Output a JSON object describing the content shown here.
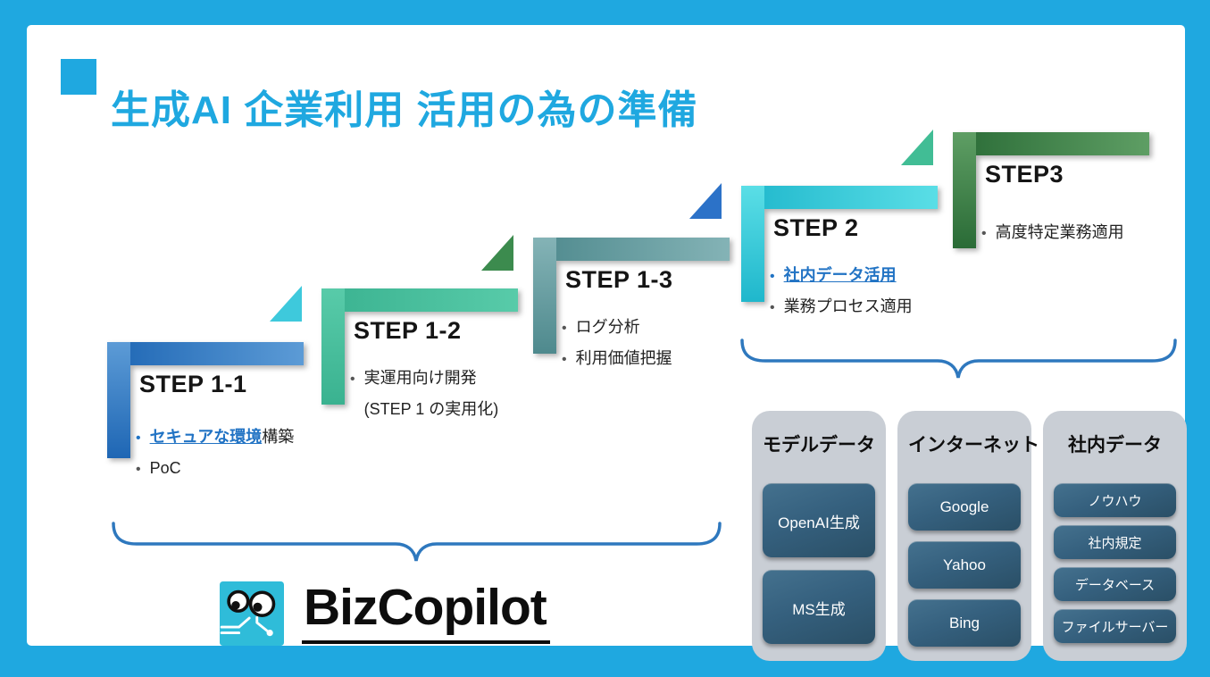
{
  "colors": {
    "frame": "#1FA8E0",
    "title": "#1FA8E0",
    "link": "#2173C4",
    "brace": "#2E78BE",
    "box_bg": "#C9CED5",
    "button_top": "#44718E",
    "button_bottom": "#2A4F66",
    "logo_cyan": "#2FBCD9"
  },
  "title": {
    "text": "生成AI 企業利用 活用の為の準備"
  },
  "steps": [
    {
      "label": "STEP 1-1",
      "bracket_colors": [
        "#1E66B4",
        "#5C9BD6"
      ],
      "flag_color": null,
      "bullets": [
        {
          "link": "セキュアな環境",
          "text": "構築"
        },
        {
          "text": "PoC"
        }
      ]
    },
    {
      "label": "STEP 1-2",
      "bracket_colors": [
        "#3AB290",
        "#58CBA9"
      ],
      "flag_color": "#3EC9DC",
      "bullets": [
        {
          "text": "実運用向け開発"
        },
        {
          "text": "(STEP 1 の実用化)",
          "continuation": true
        }
      ]
    },
    {
      "label": "STEP 1-3",
      "bracket_colors": [
        "#4E898D",
        "#84B3B6"
      ],
      "flag_color": "#3C8B4E",
      "bullets": [
        {
          "text": "ログ分析"
        },
        {
          "text": "利用価値把握"
        }
      ]
    },
    {
      "label": "STEP 2",
      "bracket_colors": [
        "#1FB7CC",
        "#5ADEE6"
      ],
      "flag_color": "#2C72C8",
      "bullets": [
        {
          "link": "社内データ活用",
          "text": ""
        },
        {
          "text": "業務プロセス適用"
        }
      ]
    },
    {
      "label": "STEP3",
      "bracket_colors": [
        "#2A6B36",
        "#5E9E64"
      ],
      "flag_color": "#41BD95",
      "bullets": [
        {
          "text": "高度特定業務適用"
        }
      ]
    }
  ],
  "logo": {
    "text": "BizCopilot",
    "icon": "bizcopilot-robot-eyes-icon"
  },
  "data_sources": [
    {
      "title": "モデルデータ",
      "items": [
        "OpenAI生成",
        "MS生成"
      ]
    },
    {
      "title": "インターネット",
      "items": [
        "Google",
        "Yahoo",
        "Bing"
      ]
    },
    {
      "title": "社内データ",
      "items": [
        "ノウハウ",
        "社内規定",
        "データベース",
        "ファイルサーバー"
      ]
    }
  ]
}
